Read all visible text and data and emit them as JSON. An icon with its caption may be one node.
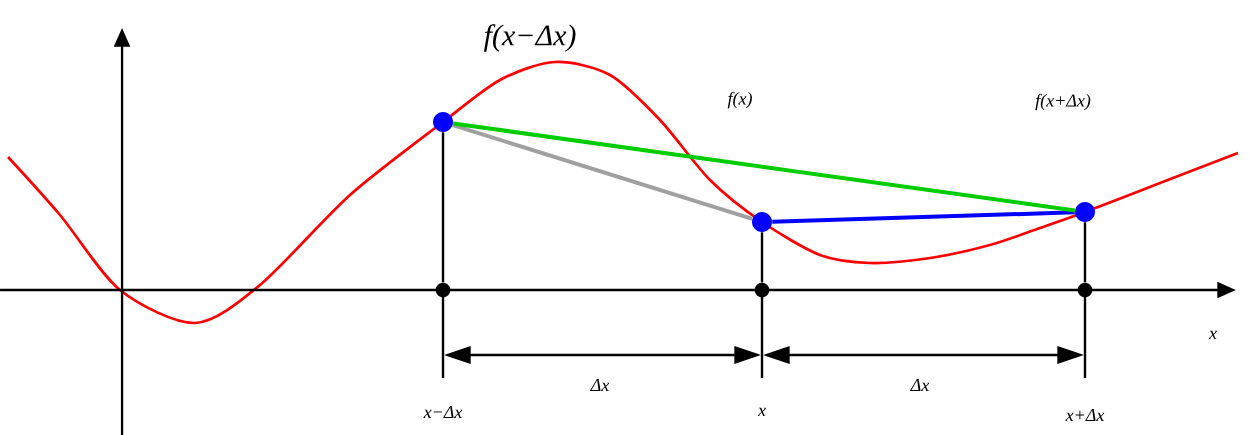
{
  "diagram": {
    "nodes": [
      {
        "text": [],
        "shape": "circle"
      },
      {
        "text": [],
        "shape": "circle"
      },
      {
        "text": [],
        "shape": "circle"
      },
      {
        "text": [],
        "shape": "circle"
      },
      {
        "text": [],
        "shape": "circle"
      },
      {
        "text": [],
        "shape": "circle"
      }
    ],
    "edges": [
      {
        "from": 0,
        "to": 3,
        "arrow": "none"
      },
      {
        "from": 1,
        "to": 4,
        "arrow": "none"
      },
      {
        "from": 2,
        "to": 5,
        "arrow": "none"
      },
      {
        "from": 0,
        "to": 1,
        "arrow": "none",
        "color": "#a0a0a0"
      },
      {
        "from": 1,
        "to": 2,
        "arrow": "none",
        "color": "#0000ff"
      },
      {
        "from": 0,
        "to": 2,
        "arrow": "none",
        "color": "#00cc00"
      }
    ],
    "labels": [
      "f(x−Δx)",
      "f(x)",
      "f(x+Δx)",
      "x",
      "Δx",
      "Δx",
      "x−Δx",
      "x",
      "x+Δx"
    ]
  }
}
